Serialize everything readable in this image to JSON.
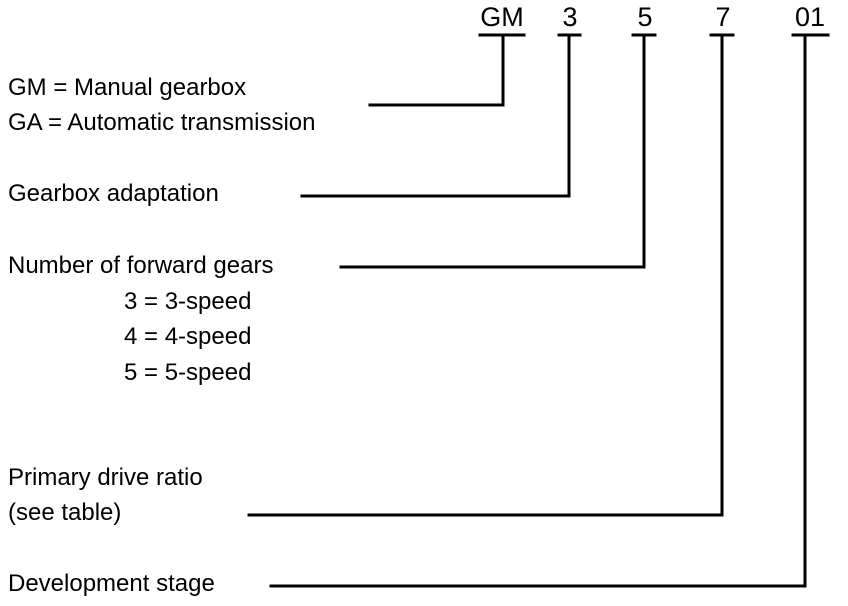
{
  "code": {
    "gearbox_type": "GM",
    "adaptation": "3",
    "forward_gears": "5",
    "drive_ratio": "7",
    "development_stage": "01"
  },
  "descriptions": {
    "type_manual": "GM = Manual gearbox",
    "type_automatic": "GA = Automatic transmission",
    "adaptation": "Gearbox adaptation",
    "forward_gears": "Number of forward gears",
    "forward_gear_options": [
      "3 = 3-speed",
      "4 = 4-speed",
      "5 = 5-speed"
    ],
    "drive_ratio_line1": "Primary drive ratio",
    "drive_ratio_line2": "(see table)",
    "development_stage": "Development stage"
  }
}
